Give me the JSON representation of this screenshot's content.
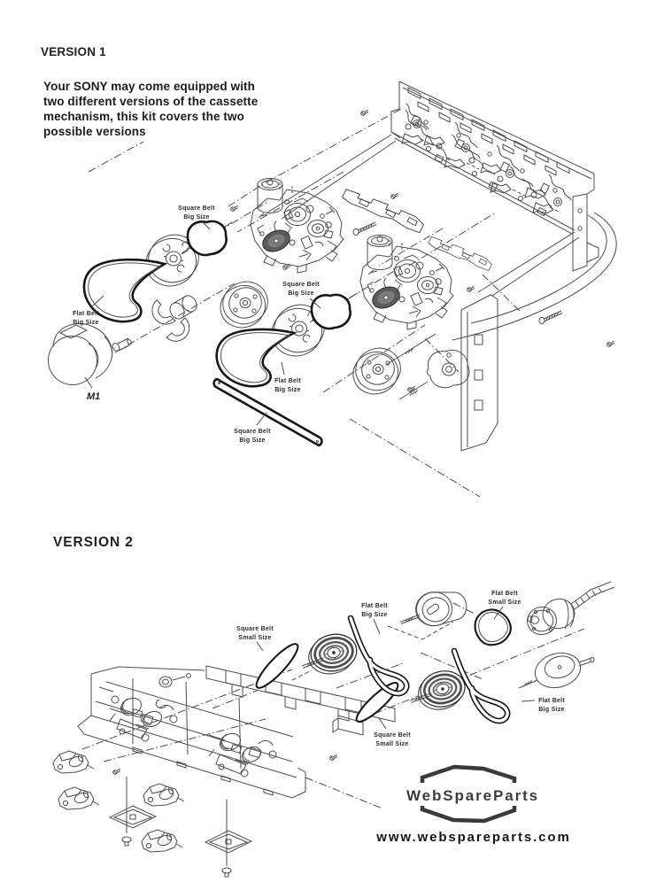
{
  "page": {
    "background": "#ffffff",
    "line_ink": "#4d4d4d",
    "belt_ink": "#161616",
    "text_ink": "#1c1c1c"
  },
  "version1": {
    "heading": "VERSION 1",
    "intro_lines": [
      "Your SONY may come equipped with",
      "two different versions of the cassette",
      "mechanism, this kit covers the two",
      "possible versions"
    ],
    "belt_labels": [
      {
        "id": "square-belt-top",
        "line1": "Square Belt",
        "line2": "Big Size"
      },
      {
        "id": "square-belt-mid",
        "line1": "Square Belt",
        "line2": "Big Size"
      },
      {
        "id": "flat-belt-left",
        "line1": "Flat Belt",
        "line2": "Big Size"
      },
      {
        "id": "flat-belt-mid",
        "line1": "Flat Belt",
        "line2": "Big Size"
      },
      {
        "id": "square-belt-long",
        "line1": "Square Belt",
        "line2": "Big Size"
      }
    ],
    "motor_label": "M1"
  },
  "version2": {
    "heading": "VERSION 2",
    "belt_labels": [
      {
        "id": "square-belt-small-left",
        "line1": "Square Belt",
        "line2": "Small Size"
      },
      {
        "id": "flat-belt-big-top",
        "line1": "Flat Belt",
        "line2": "Big Size"
      },
      {
        "id": "flat-belt-small",
        "line1": "Flat Belt",
        "line2": "Small Size"
      },
      {
        "id": "square-belt-small-bottom",
        "line1": "Square Belt",
        "line2": "Small Size"
      },
      {
        "id": "flat-belt-big-right",
        "line1": "Flat Belt",
        "line2": "Big Size"
      }
    ]
  },
  "branding": {
    "logo_text": "WebSpareParts",
    "website": "www.webspareparts.com"
  }
}
